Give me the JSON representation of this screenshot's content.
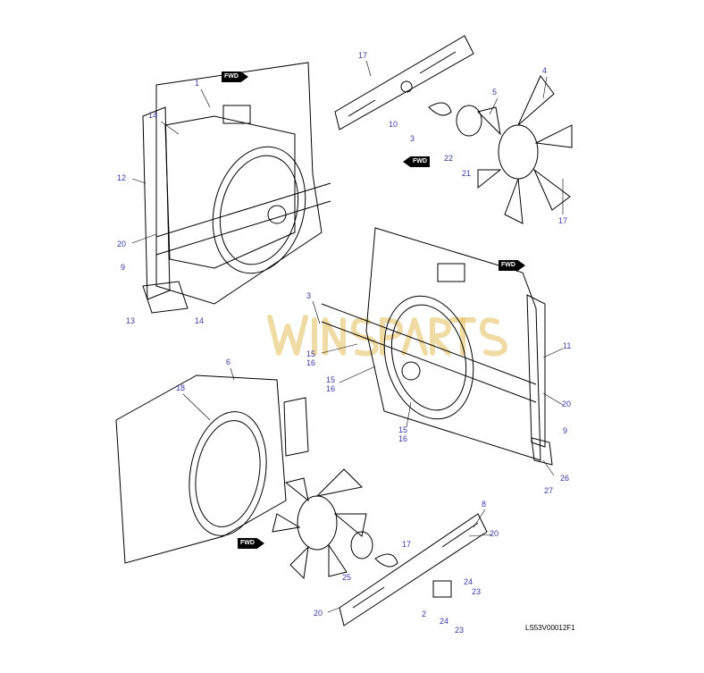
{
  "diagram": {
    "drawing_code": "LS53V00012F1",
    "watermark": "WINSPARTS",
    "fwd_label": "FWD",
    "callouts": [
      "1",
      "14",
      "12",
      "20",
      "9",
      "13",
      "14",
      "17",
      "10",
      "3",
      "5",
      "4",
      "22",
      "21",
      "17",
      "3",
      "15",
      "16",
      "15",
      "16",
      "11",
      "20",
      "9",
      "15",
      "16",
      "26",
      "27",
      "6",
      "18",
      "8",
      "20",
      "17",
      "25",
      "24",
      "23",
      "20",
      "2",
      "24",
      "23"
    ],
    "colors": {
      "callout": "#3a3aa8",
      "line": "#000000",
      "watermark": "#e6be5a"
    }
  }
}
